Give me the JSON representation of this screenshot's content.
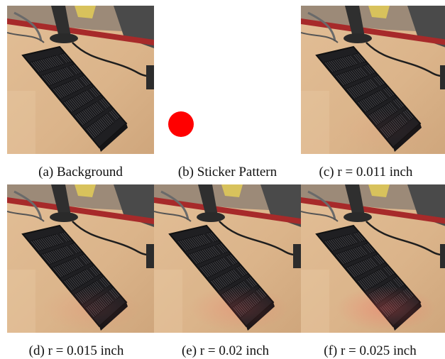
{
  "figure": {
    "panels": [
      {
        "id": "a",
        "caption": "(a) Background",
        "kind": "photo",
        "tint": 0
      },
      {
        "id": "b",
        "caption": "(b) Sticker Pattern",
        "kind": "sticker",
        "sticker_color": "#ff0000"
      },
      {
        "id": "c",
        "caption": "(c) r = 0.011 inch",
        "kind": "photo",
        "tint": 0.05
      },
      {
        "id": "d",
        "caption": "(d) r = 0.015 inch",
        "kind": "photo",
        "tint": 0.12
      },
      {
        "id": "e",
        "caption": "(e) r = 0.02 inch",
        "kind": "photo",
        "tint": 0.2
      },
      {
        "id": "f",
        "caption": "(f) r = 0.025 inch",
        "kind": "photo",
        "tint": 0.3
      }
    ]
  }
}
